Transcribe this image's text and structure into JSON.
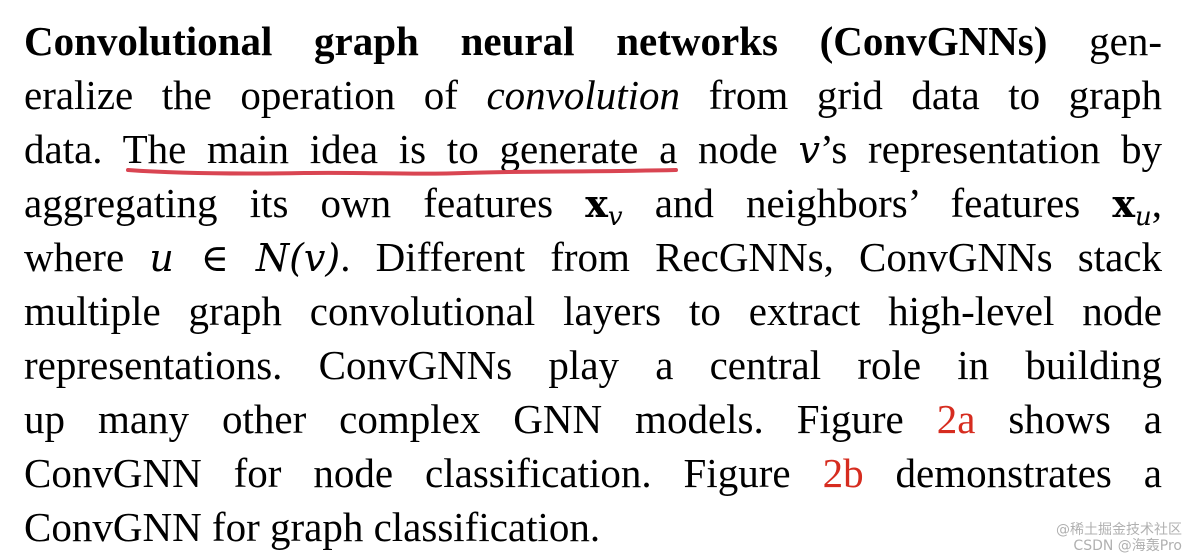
{
  "paragraph": {
    "line1": {
      "term": "Convolutional graph neural networks (ConvGNNs)",
      "rest": "gen-"
    },
    "line2": {
      "a": "eralize the operation of",
      "convolution": "convolution",
      "b": "from grid data to graph"
    },
    "line3": {
      "a": "data.",
      "underlined": "The main idea is to generate a",
      "b": "node",
      "v": "v",
      "c": "’s representation by"
    },
    "line4": {
      "a": "aggregating its own features",
      "xv_x": "x",
      "xv_sub": "v",
      "b": "and neighbors’ features",
      "xu_x": "x",
      "xu_sub": "u",
      "c": ","
    },
    "line5": {
      "a": "where",
      "math": "u ∈ N(v)",
      "b": ". Different from RecGNNs, ConvGNNs stack"
    },
    "line6": "multiple graph convolutional layers to extract high-level node",
    "line7": "representations. ConvGNNs play a central role in building",
    "line8": {
      "a": "up many other complex GNN models. Figure",
      "ref": "2a",
      "b": "shows a"
    },
    "line9": {
      "a": "ConvGNN for node classification. Figure",
      "ref": "2b",
      "b": "demonstrates a"
    },
    "line10": "ConvGNN for graph classification."
  },
  "annotation": {
    "underline_color": "#d94552"
  },
  "watermark": {
    "line1": "@稀土掘金技术社区",
    "line2": "CSDN @海轰Pro"
  },
  "colors": {
    "reference_link": "#d62c1f",
    "text": "#000000"
  }
}
